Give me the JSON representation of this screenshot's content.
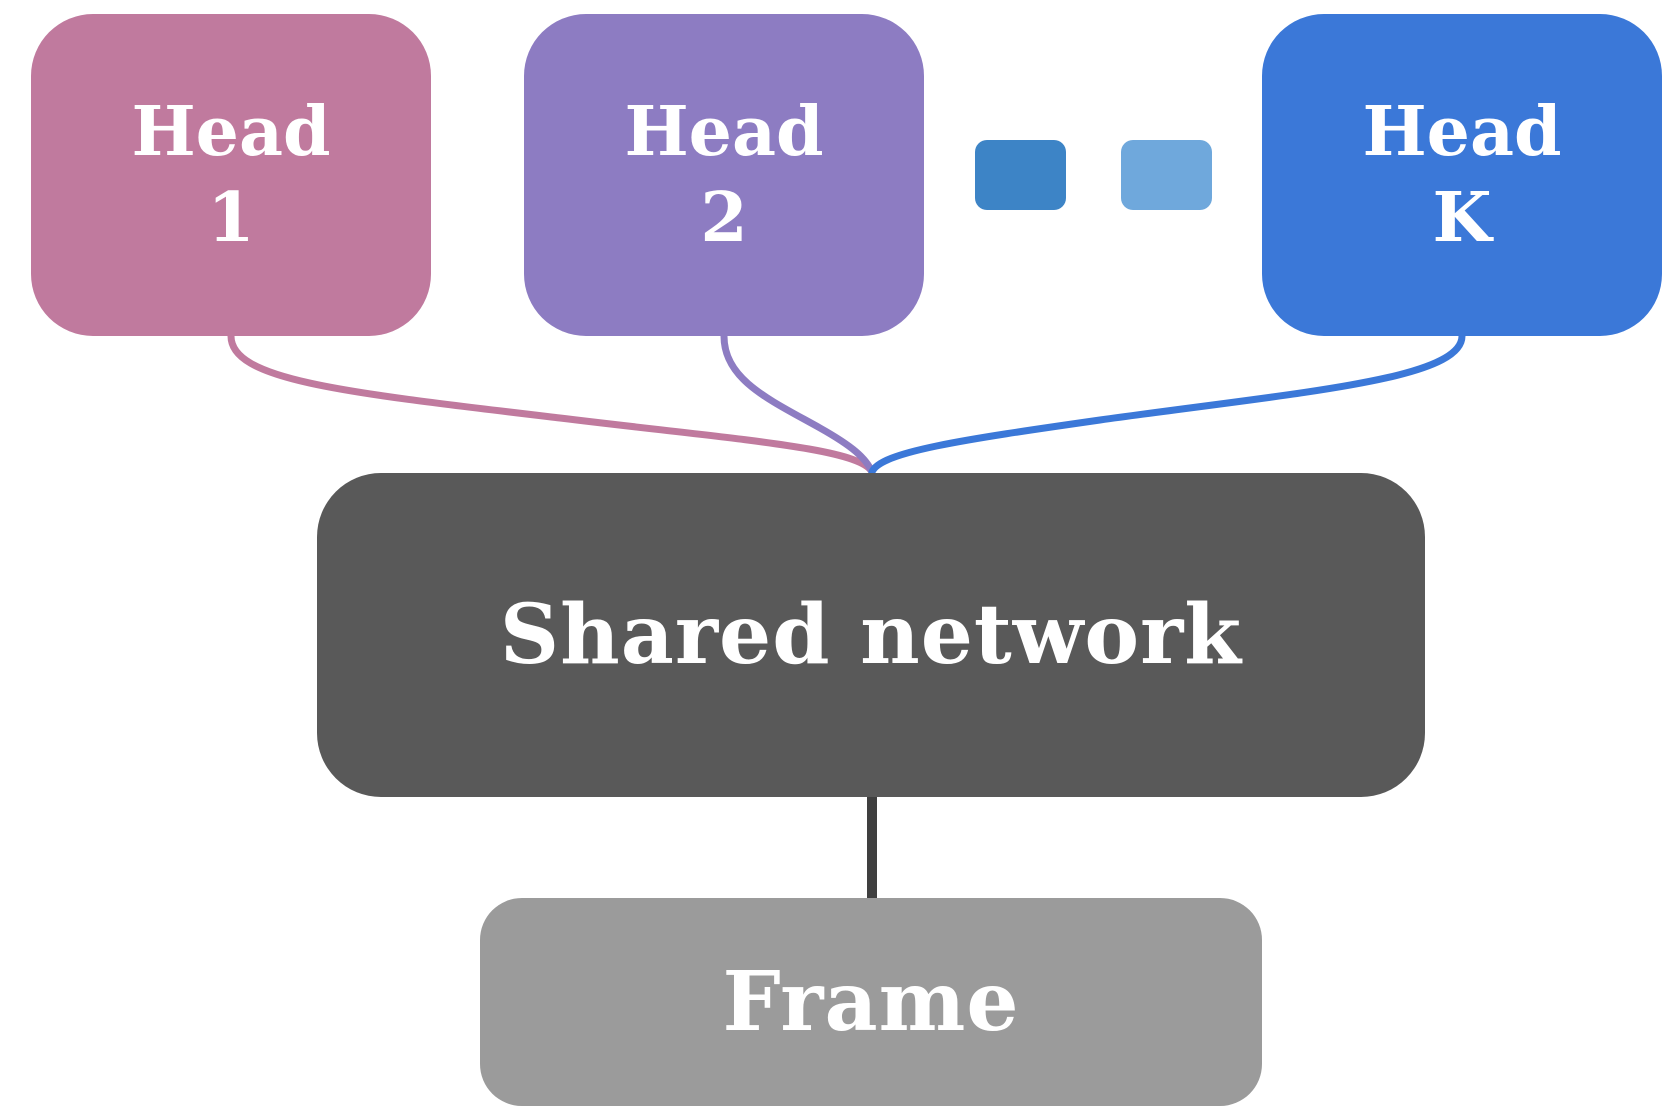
{
  "diagram": {
    "heads": [
      {
        "label_line1": "Head",
        "label_line2": "1",
        "color": "#c07a9e"
      },
      {
        "label_line1": "Head",
        "label_line2": "2",
        "color": "#8d7cc2"
      },
      {
        "label_line1": "Head",
        "label_line2": "K",
        "color": "#3b78d8"
      }
    ],
    "ellipsis_colors": [
      "#3d84c6",
      "#6fa8dc"
    ],
    "shared_network": {
      "label": "Shared network",
      "color": "#595959"
    },
    "frame": {
      "label": "Frame",
      "color": "#9b9b9b"
    },
    "connector_color": "#3f3f3f"
  }
}
